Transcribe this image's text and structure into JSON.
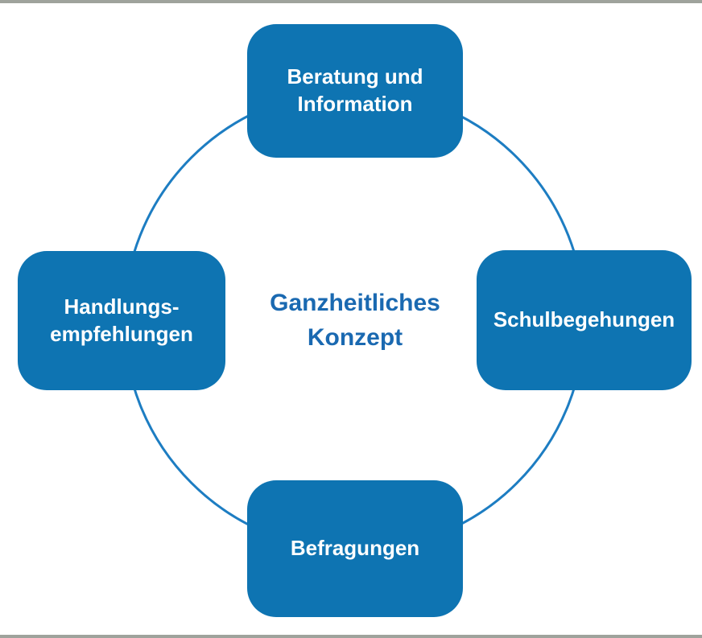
{
  "diagram": {
    "center": {
      "title": "Ganzheitliches\nKonzept"
    },
    "nodes": {
      "top": {
        "label": "Beratung und\nInformation"
      },
      "right": {
        "label": "Schulbegehungen"
      },
      "bottom": {
        "label": "Befragungen"
      },
      "left": {
        "label": "Handlungs-\nempfehlungen"
      }
    }
  },
  "colors": {
    "background": "#ffffff",
    "node_fill": "#0e74b2",
    "node_text": "#ffffff",
    "circle_stroke": "#1d7dc2",
    "center_text": "#1a69b1",
    "frame_rule": "#9fa39c"
  }
}
